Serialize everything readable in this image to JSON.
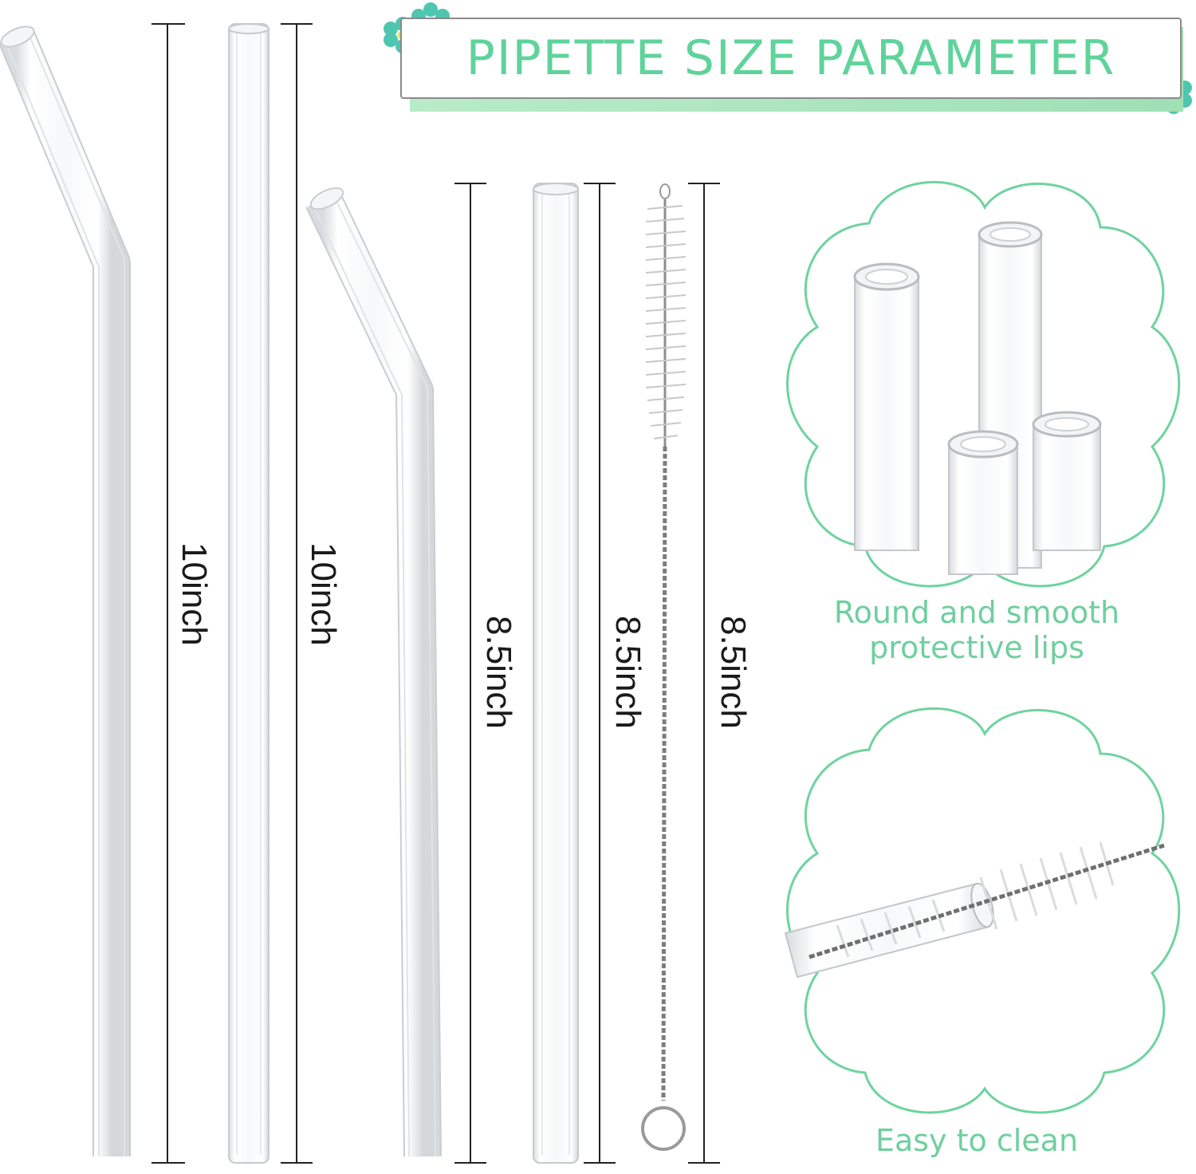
{
  "header": {
    "title": "PIPETTE SIZE PARAMETER"
  },
  "dimensions": {
    "bent_long": "10inch",
    "straight_long": "10inch",
    "bent_short": "8.5inch",
    "straight_short": "8.5inch",
    "brush": "8.5inch"
  },
  "features": {
    "lips": {
      "line1": "Round and smooth",
      "line2": "protective lips"
    },
    "clean": {
      "line1": "Easy to clean"
    }
  },
  "colors": {
    "accent": "#5fd39a",
    "cloud_border": "#6fd3a0",
    "banner_shadow": "#a8e6bf"
  }
}
